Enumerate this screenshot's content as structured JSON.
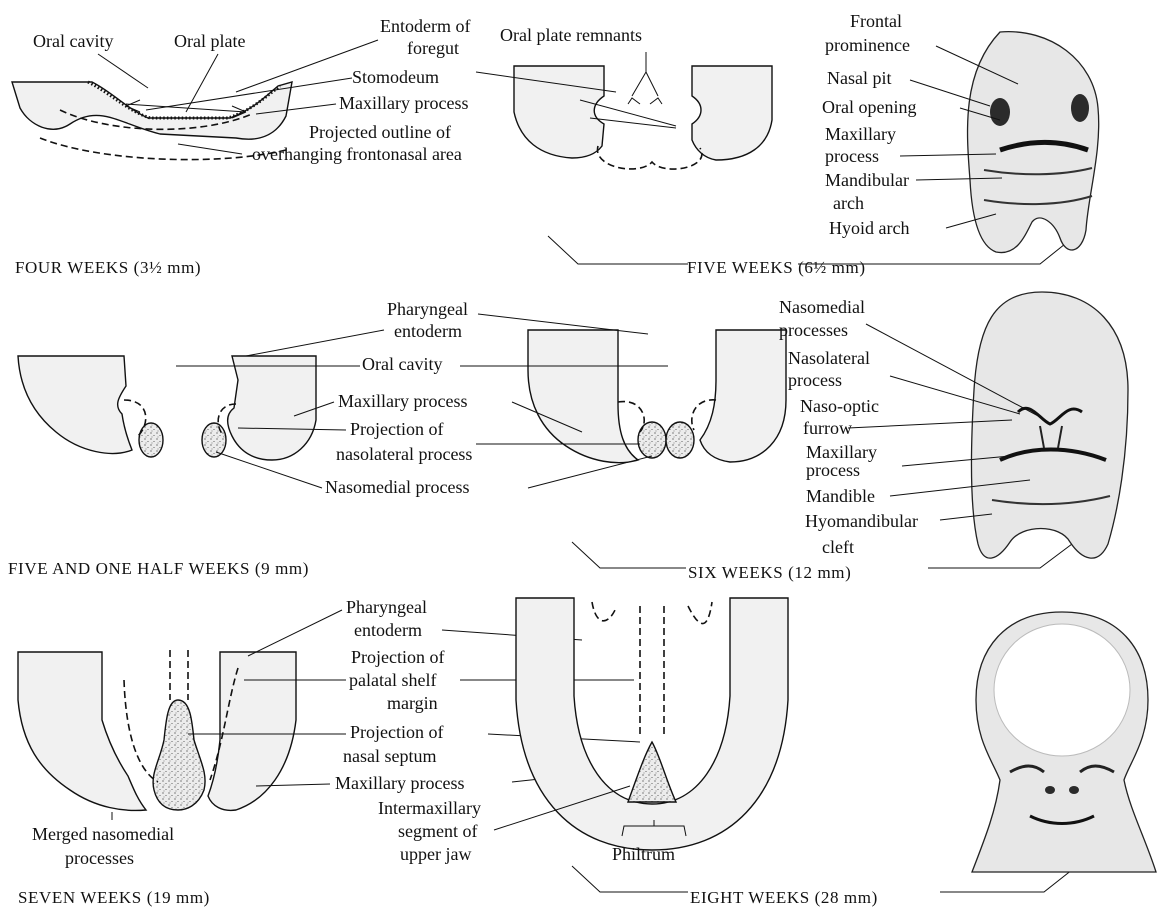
{
  "panels": {
    "four_weeks": {
      "caption": "FOUR WEEKS (3½ mm)",
      "labels": {
        "oral_cavity": "Oral cavity",
        "oral_plate": "Oral plate",
        "entoderm_1": "Entoderm of",
        "entoderm_2": "foregut",
        "stomodeum": "Stomodeum",
        "maxillary": "Maxillary process",
        "projected_1": "Projected outline of",
        "projected_2": "overhanging frontonasal area"
      }
    },
    "five_weeks": {
      "caption": "FIVE WEEKS (6½ mm)",
      "labels": {
        "oral_plate_remnants": "Oral plate remnants",
        "frontal_1": "Frontal",
        "frontal_2": "prominence",
        "nasal_pit": "Nasal pit",
        "oral_opening": "Oral opening",
        "maxillary_1": "Maxillary",
        "maxillary_2": "process",
        "mandibular_1": "Mandibular",
        "mandibular_2": "arch",
        "hyoid": "Hyoid arch"
      }
    },
    "five_half_weeks": {
      "caption": "FIVE AND ONE HALF WEEKS (9 mm)",
      "labels": {
        "pharyngeal_1": "Pharyngeal",
        "pharyngeal_2": "entoderm",
        "oral_cavity": "Oral cavity",
        "maxillary": "Maxillary process",
        "projection_1": "Projection of",
        "projection_2": "nasolateral process",
        "nasomedial": "Nasomedial process"
      }
    },
    "six_weeks": {
      "caption": "SIX WEEKS (12 mm)",
      "labels": {
        "nasomedial_1": "Nasomedial",
        "nasomedial_2": "processes",
        "nasolateral_1": "Nasolateral",
        "nasolateral_2": "process",
        "nasooptic_1": "Naso-optic",
        "nasooptic_2": "furrow",
        "maxillary_1": "Maxillary",
        "maxillary_2": "process",
        "mandible": "Mandible",
        "hyomandibular_1": "Hyomandibular",
        "hyomandibular_2": "cleft"
      }
    },
    "seven_weeks": {
      "caption": "SEVEN WEEKS (19 mm)",
      "labels": {
        "pharyngeal_1": "Pharyngeal",
        "pharyngeal_2": "entoderm",
        "palatal_1": "Projection of",
        "palatal_2": "palatal shelf",
        "palatal_3": "margin",
        "septum_1": "Projection of",
        "septum_2": "nasal septum",
        "maxillary": "Maxillary process",
        "merged_1": "Merged nasomedial",
        "merged_2": "processes"
      }
    },
    "eight_weeks": {
      "caption": "EIGHT WEEKS (28 mm)",
      "labels": {
        "intermax_1": "Intermaxillary",
        "intermax_2": "segment of",
        "intermax_3": "upper jaw",
        "philtrum": "Philtrum"
      }
    }
  }
}
